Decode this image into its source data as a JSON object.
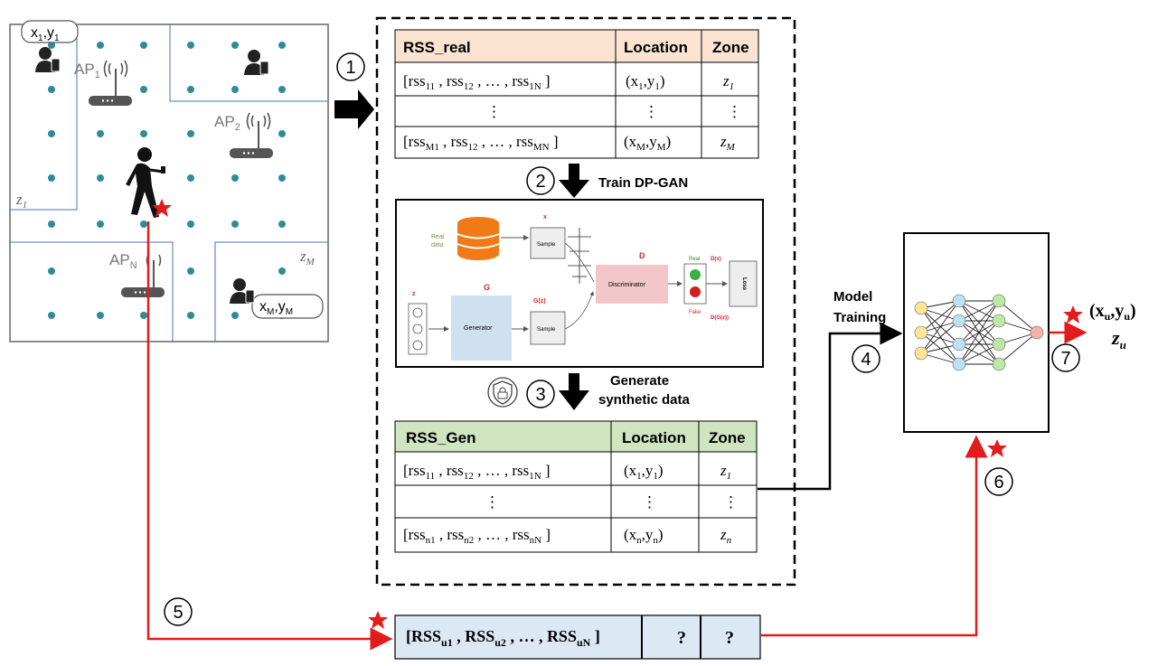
{
  "floorplan": {
    "ap1": "AP",
    "ap1_sub": "1",
    "ap2": "AP",
    "ap2_sub": "2",
    "apN": "AP",
    "apN_sub": "N",
    "zone1": "z",
    "zone1_sub": "1",
    "zoneM": "z",
    "zoneM_sub": "M",
    "loc1": "x",
    "loc1_sub": "1",
    "loc1_y": "y",
    "loc1_ysub": "1",
    "locM": "x",
    "locM_sub": "M",
    "locM_y": "y",
    "locM_ysub": "M"
  },
  "steps": {
    "s1": "1",
    "s2": "2",
    "s3": "3",
    "s4": "4",
    "s5": "5",
    "s6": "6",
    "s7": "7",
    "train_label": "Train DP-GAN",
    "gen_label_1": "Generate",
    "gen_label_2": "synthetic data",
    "model_label_1": "Model",
    "model_label_2": "Training"
  },
  "real_table": {
    "headers": [
      "RSS_real",
      "Location",
      "Zone"
    ],
    "row1": {
      "rss": "[rss",
      "rss_sub": [
        "11",
        "12",
        "1N"
      ],
      "loc": "(x",
      "loc_sub": "1",
      "zone": "z",
      "zone_sub": "1"
    },
    "rowM": {
      "rss": "[rss",
      "rss_sub": [
        "M1",
        "12",
        "MN"
      ],
      "loc": "(x",
      "loc_sub": "M",
      "zone": "z",
      "zone_sub": "M"
    }
  },
  "gen_table": {
    "headers": [
      "RSS_Gen",
      "Location",
      "Zone"
    ],
    "row1": {
      "rss_sub": [
        "11",
        "12",
        "1N"
      ],
      "loc_sub": "1",
      "zone_sub": "1"
    },
    "rowN": {
      "rss_sub": [
        "n1",
        "n2",
        "nN"
      ],
      "loc_sub": "n",
      "zone_sub": "n"
    }
  },
  "gan": {
    "real_data": [
      "Real",
      "data"
    ],
    "x": "x",
    "sample": "Sample",
    "z": "z",
    "G": "G",
    "generator": "Generator",
    "gz": "G(z)",
    "D": "D",
    "discriminator": "Discriminator",
    "real": "Real",
    "fake": "Fake",
    "dx": "D(x)",
    "dgz": "D(G(z))",
    "loss": "Loss"
  },
  "query": {
    "rss": "RSS",
    "subs": [
      "u1",
      "u2",
      "uN"
    ],
    "q1": "?",
    "q2": "?"
  },
  "output": {
    "loc": "(x",
    "loc_sub": "u",
    "loc_y": "y",
    "loc_ysub": "u",
    "zone": "z",
    "zone_sub": "u"
  },
  "colors": {
    "dot": "#2e8b99",
    "wall": "#4a72b8",
    "red": "#e31b1b",
    "real_header": "#fbe3d2",
    "gen_header": "#cfe5c0",
    "query_bg": "#dce8f4",
    "db_orange": "#f07a16",
    "disc_pink": "#f3c7c9",
    "gen_blue": "#cfe0f1"
  }
}
